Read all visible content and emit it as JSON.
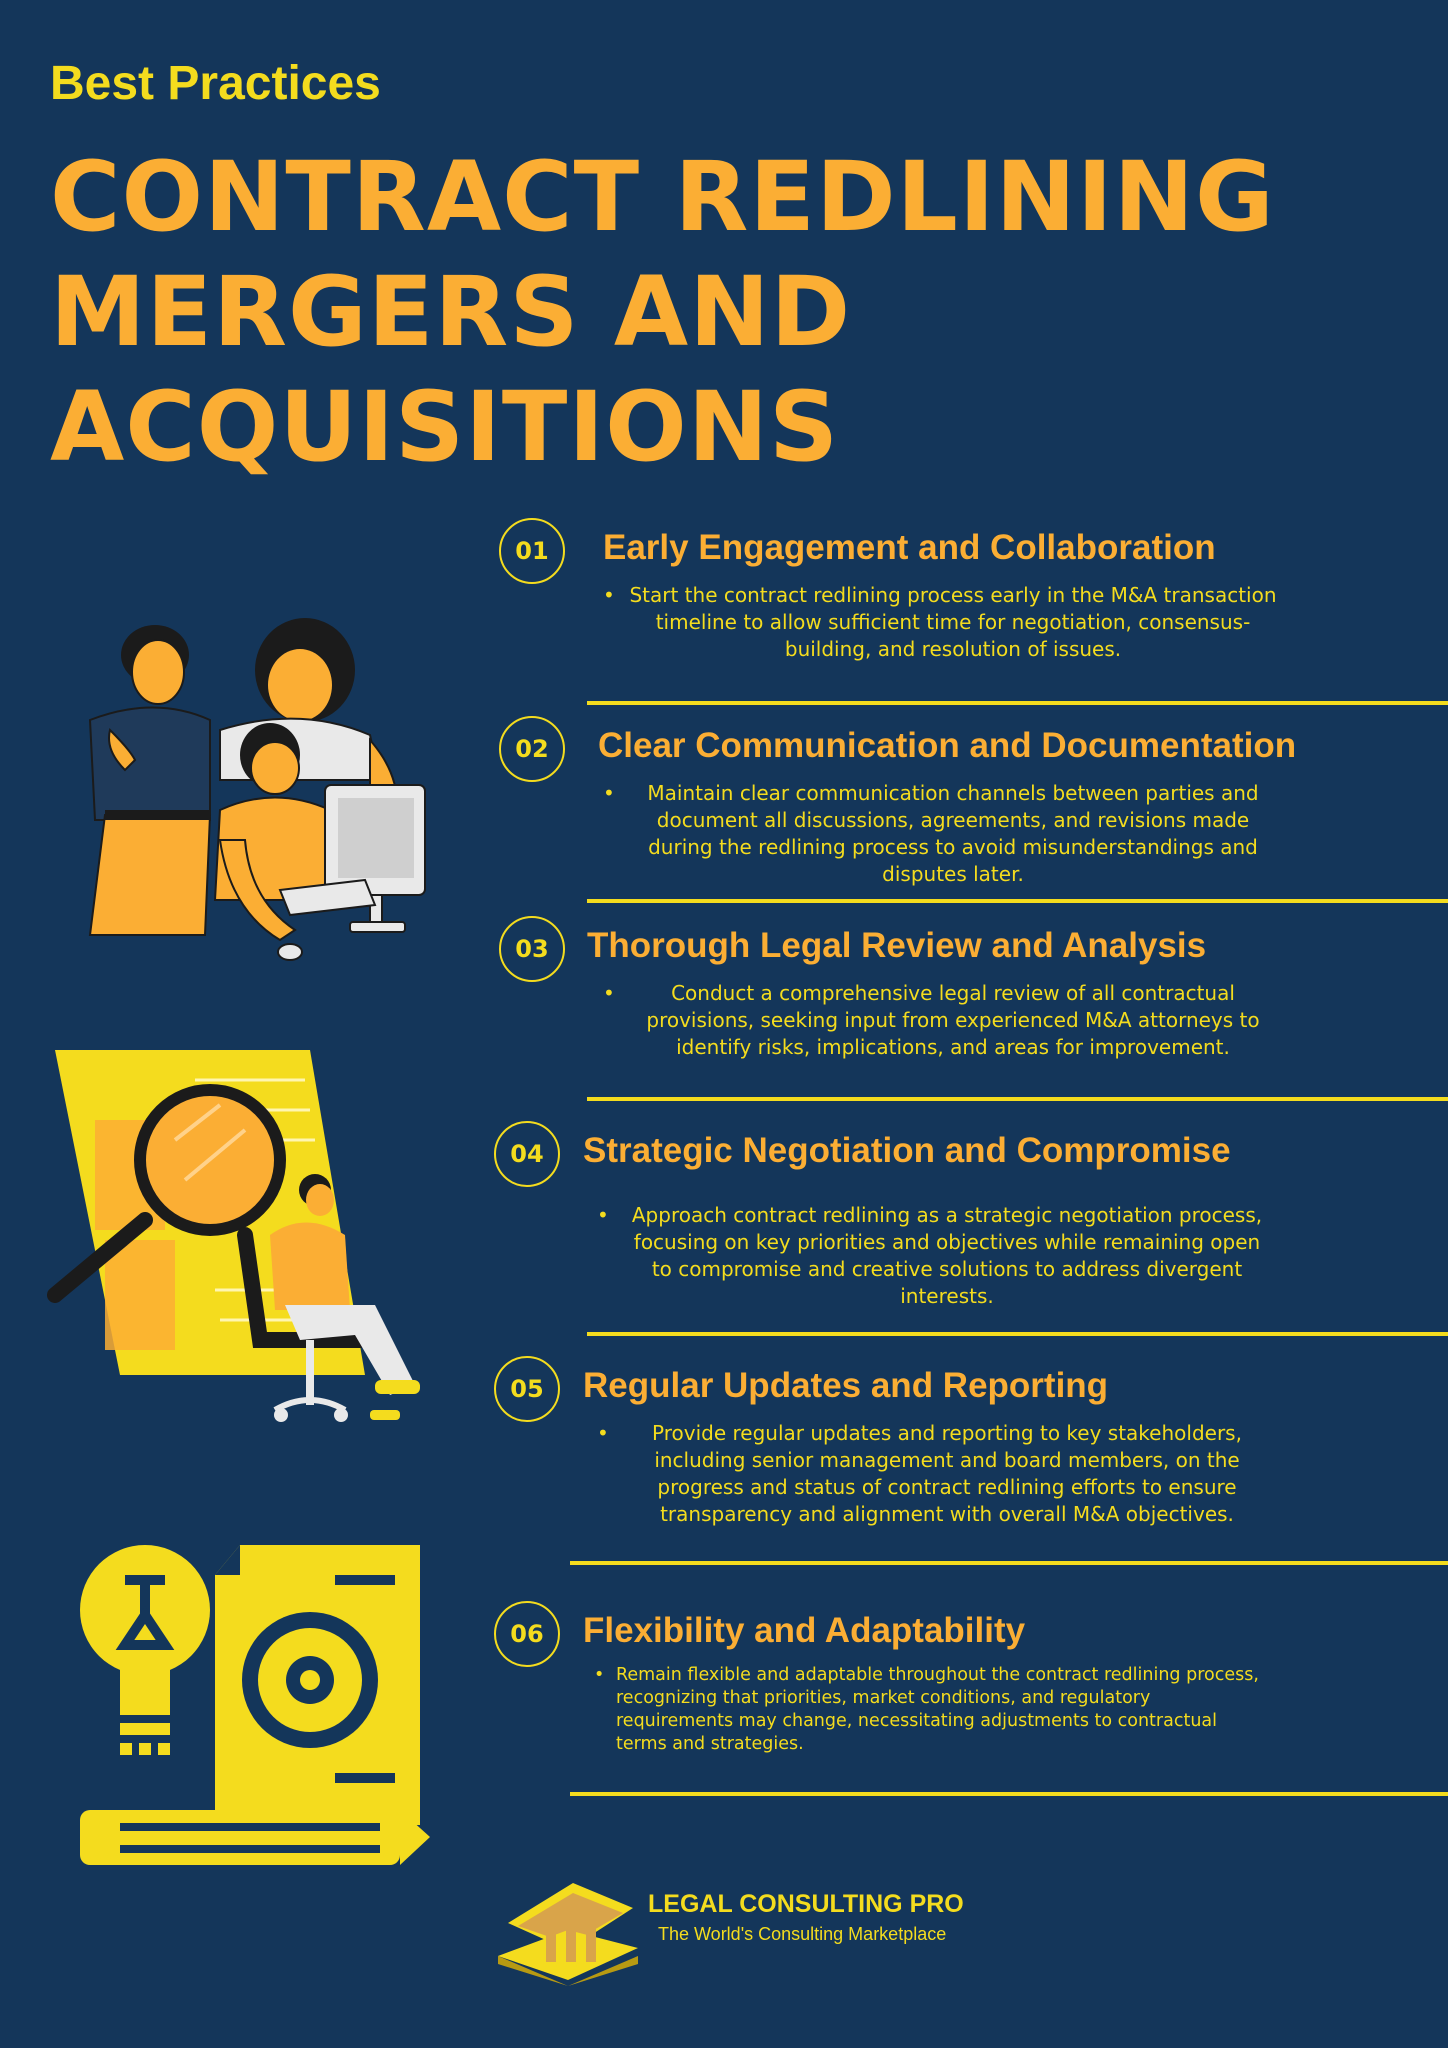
{
  "header": {
    "kicker": "Best Practices",
    "title_lines": [
      "CONTRACT REDLINING",
      "MERGERS AND",
      "ACQUISITIONS"
    ]
  },
  "items": [
    {
      "num": "01",
      "title": "Early Engagement and Collaboration",
      "bullet": "•",
      "text": "Start the contract redlining process early in the M&A transaction timeline to allow sufficient time for negotiation, consensus-building, and resolution of issues."
    },
    {
      "num": "02",
      "title": "Clear Communication and Documentation",
      "bullet": "•",
      "text": "Maintain clear communication channels between parties and document all discussions, agreements, and revisions made during the redlining process to avoid misunderstandings and disputes later."
    },
    {
      "num": "03",
      "title": "Thorough Legal Review and Analysis",
      "bullet": "•",
      "text": "Conduct a comprehensive legal review of all contractual provisions, seeking input from experienced M&A attorneys to identify risks, implications, and areas for improvement."
    },
    {
      "num": "04",
      "title": "Strategic Negotiation and Compromise",
      "bullet": "•",
      "text": "Approach contract redlining as a strategic negotiation process, focusing on key priorities and objectives while remaining open to compromise and creative solutions to address divergent interests."
    },
    {
      "num": "05",
      "title": "Regular Updates and Reporting",
      "bullet": "•",
      "text": "Provide regular updates and reporting to key stakeholders, including senior management and board members, on the progress and status of contract redlining efforts to ensure transparency and alignment with overall M&A objectives."
    },
    {
      "num": "06",
      "title": "Flexibility and Adaptability",
      "bullet": "•",
      "text": "Remain flexible and adaptable throughout the contract redlining process, recognizing that priorities, market conditions, and regulatory requirements may change, necessitating adjustments to contractual terms and strategies."
    }
  ],
  "footer": {
    "brand": "LEGAL CONSULTING PRO",
    "tagline": "The World's Consulting Marketplace"
  },
  "colors": {
    "background": "#14365a",
    "accent_yellow": "#f4dc1e",
    "accent_orange": "#fbae34"
  }
}
